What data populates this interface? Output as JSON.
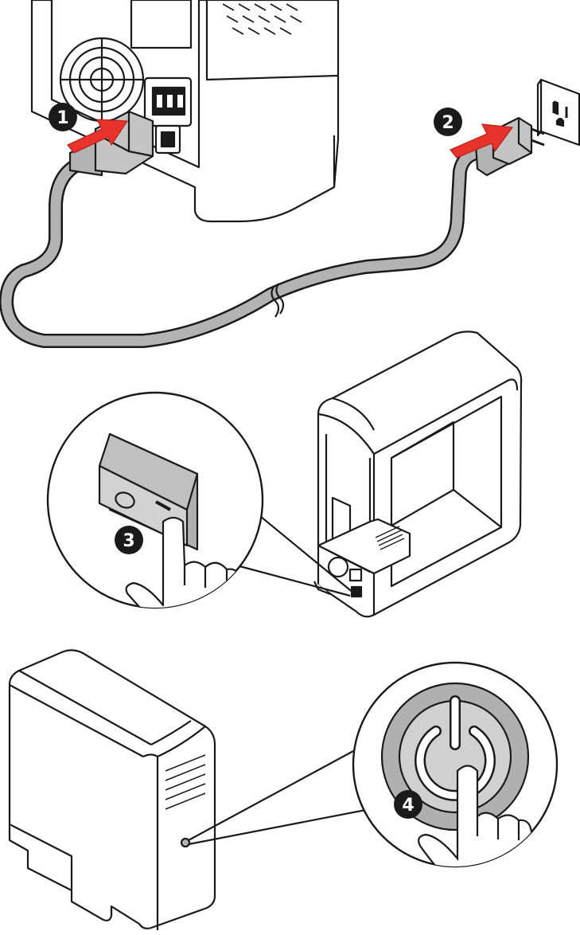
{
  "colors": {
    "stroke": "#1a1a1a",
    "cable": "#b3b3b3",
    "arrow": "#e8322c",
    "arrow_dark": "#b8201c",
    "badge": "#1a1a1a",
    "button_ring": "#c8c8c8",
    "switch_face": "#d2d2d2",
    "panel": "#ffffff"
  },
  "steps": [
    {
      "number": "1",
      "icon": "power-cord-to-psu-icon"
    },
    {
      "number": "2",
      "icon": "plug-to-wall-outlet-icon"
    },
    {
      "number": "3",
      "icon": "psu-rocker-switch-icon"
    },
    {
      "number": "4",
      "icon": "case-power-button-icon"
    }
  ]
}
